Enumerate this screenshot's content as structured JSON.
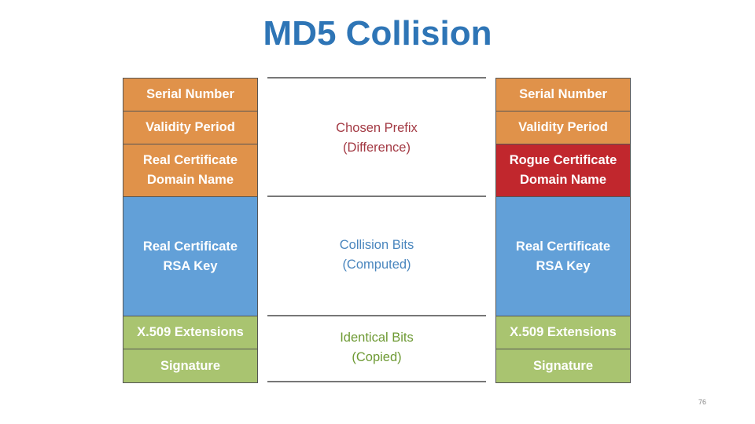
{
  "title": "MD5 Collision",
  "left": [
    "Serial Number",
    "Validity Period",
    "Real Certificate\nDomain Name",
    "Real Certificate\nRSA Key",
    "X.509 Extensions",
    "Signature"
  ],
  "right": [
    "Serial Number",
    "Validity Period",
    "Rogue Certificate\nDomain Name",
    "Real Certificate\nRSA Key",
    "X.509 Extensions",
    "Signature"
  ],
  "middle": [
    {
      "line1": "Chosen Prefix",
      "line2": "(Difference)",
      "color": "#A33A44"
    },
    {
      "line1": "Collision Bits",
      "line2": "(Computed)",
      "color": "#4A86BE"
    },
    {
      "line1": "Identical Bits",
      "line2": "(Copied)",
      "color": "#6E9A34"
    }
  ],
  "colors": {
    "orange": "#E0924A",
    "blue": "#62A0D8",
    "green": "#A9C470",
    "red": "#C1272D"
  },
  "page_number": "76"
}
